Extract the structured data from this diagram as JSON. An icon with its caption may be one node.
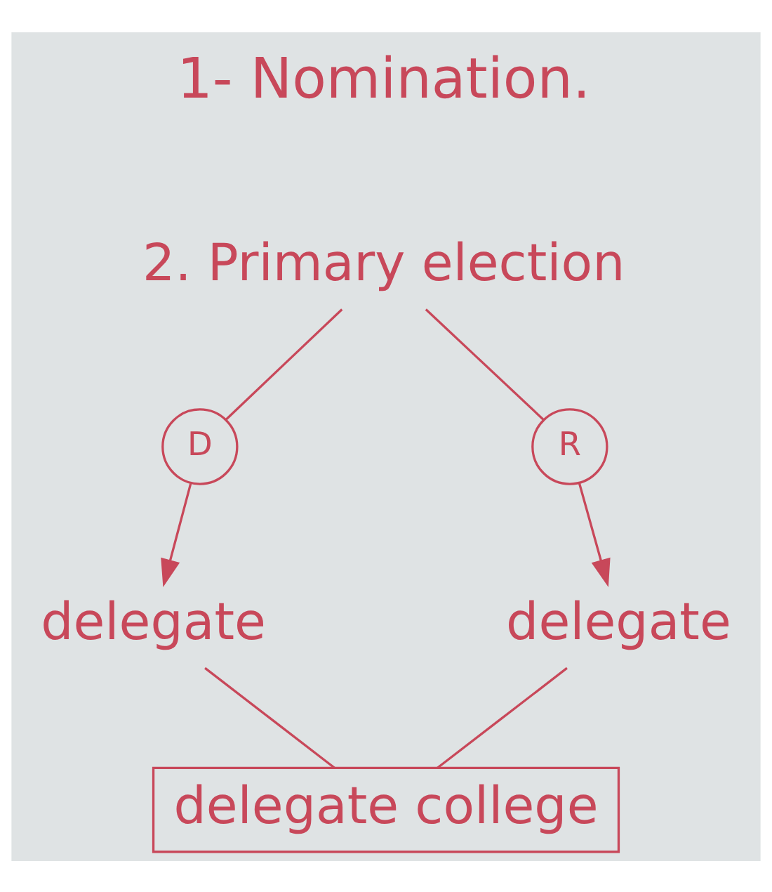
{
  "diagram": {
    "nodes": [
      {
        "text": [
          "2. Primary election"
        ]
      },
      {
        "text": [
          "D"
        ]
      },
      {
        "text": [
          "R"
        ]
      },
      {
        "text": [
          "delegate"
        ]
      },
      {
        "text": [
          "delegate"
        ]
      },
      {
        "text": [
          "delegate college"
        ]
      }
    ],
    "edges": [
      {
        "from": 0,
        "to": 1,
        "arrow": "none"
      },
      {
        "from": 0,
        "to": 2,
        "arrow": "none"
      },
      {
        "from": 1,
        "to": 3,
        "arrow": "to"
      },
      {
        "from": 2,
        "to": 4,
        "arrow": "to"
      },
      {
        "from": 3,
        "to": 5,
        "arrow": "none"
      },
      {
        "from": 4,
        "to": 5,
        "arrow": "none"
      }
    ],
    "labels": [
      "1- Nomination."
    ]
  }
}
